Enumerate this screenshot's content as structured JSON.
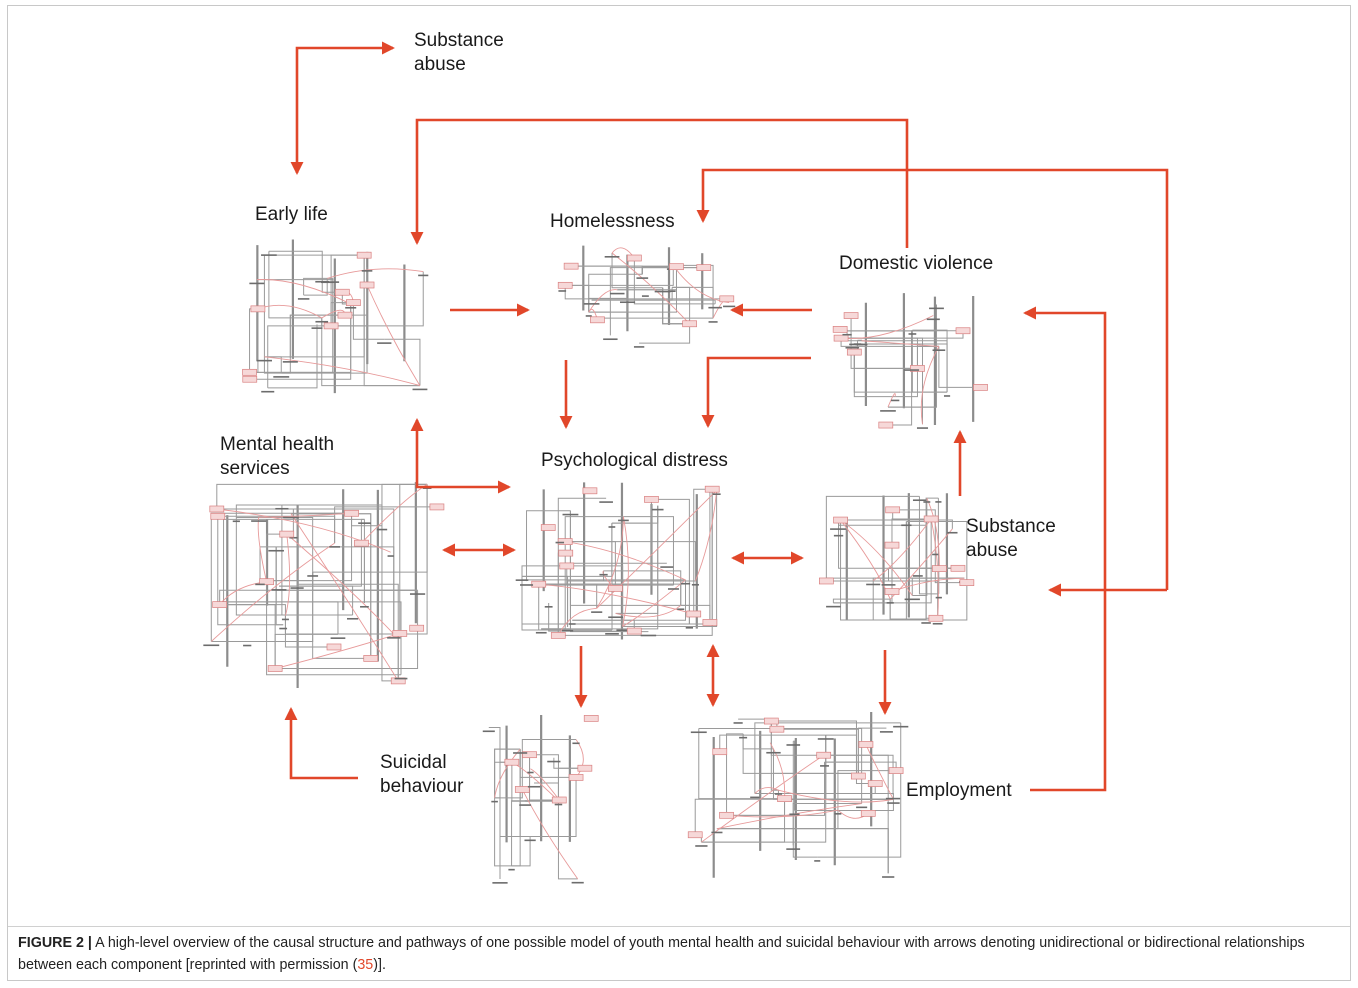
{
  "figure": {
    "labels": {
      "substance_abuse_top_1": "Substance",
      "substance_abuse_top_2": "abuse",
      "early_life": "Early life",
      "homelessness": "Homelessness",
      "domestic_violence": "Domestic violence",
      "mental_health_1": "Mental health",
      "mental_health_2": "services",
      "psychological_distress": "Psychological distress",
      "substance_abuse_right_1": "Substance",
      "substance_abuse_right_2": "abuse",
      "suicidal_1": "Suicidal",
      "suicidal_2": "behaviour",
      "employment": "Employment"
    },
    "colors": {
      "arrow": "#e1472a",
      "network_line": "#9a9a9a",
      "network_highlight": "#e79a9a"
    }
  },
  "caption": {
    "label": "FIGURE 2 |",
    "text_before_ref": " A high-level overview of the causal structure and pathways of one possible model of youth mental health and suicidal behaviour with arrows denoting unidirectional or bidirectional relationships between each component [reprinted with permission (",
    "ref": "35",
    "text_after_ref": ")]."
  }
}
